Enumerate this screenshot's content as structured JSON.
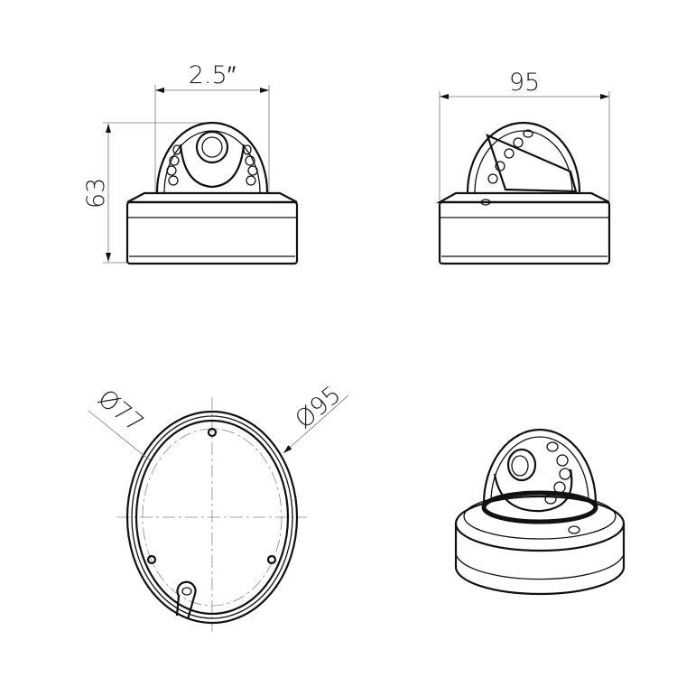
{
  "views": {
    "front": {
      "width_label": "2.5″",
      "height_label": "63"
    },
    "side": {
      "width_label": "95"
    },
    "bottom": {
      "inner_diameter_label": "Ø77",
      "outer_diameter_label": "Ø95"
    },
    "perspective": {}
  },
  "colors": {
    "line": "#111111",
    "dimension": "#777777"
  }
}
